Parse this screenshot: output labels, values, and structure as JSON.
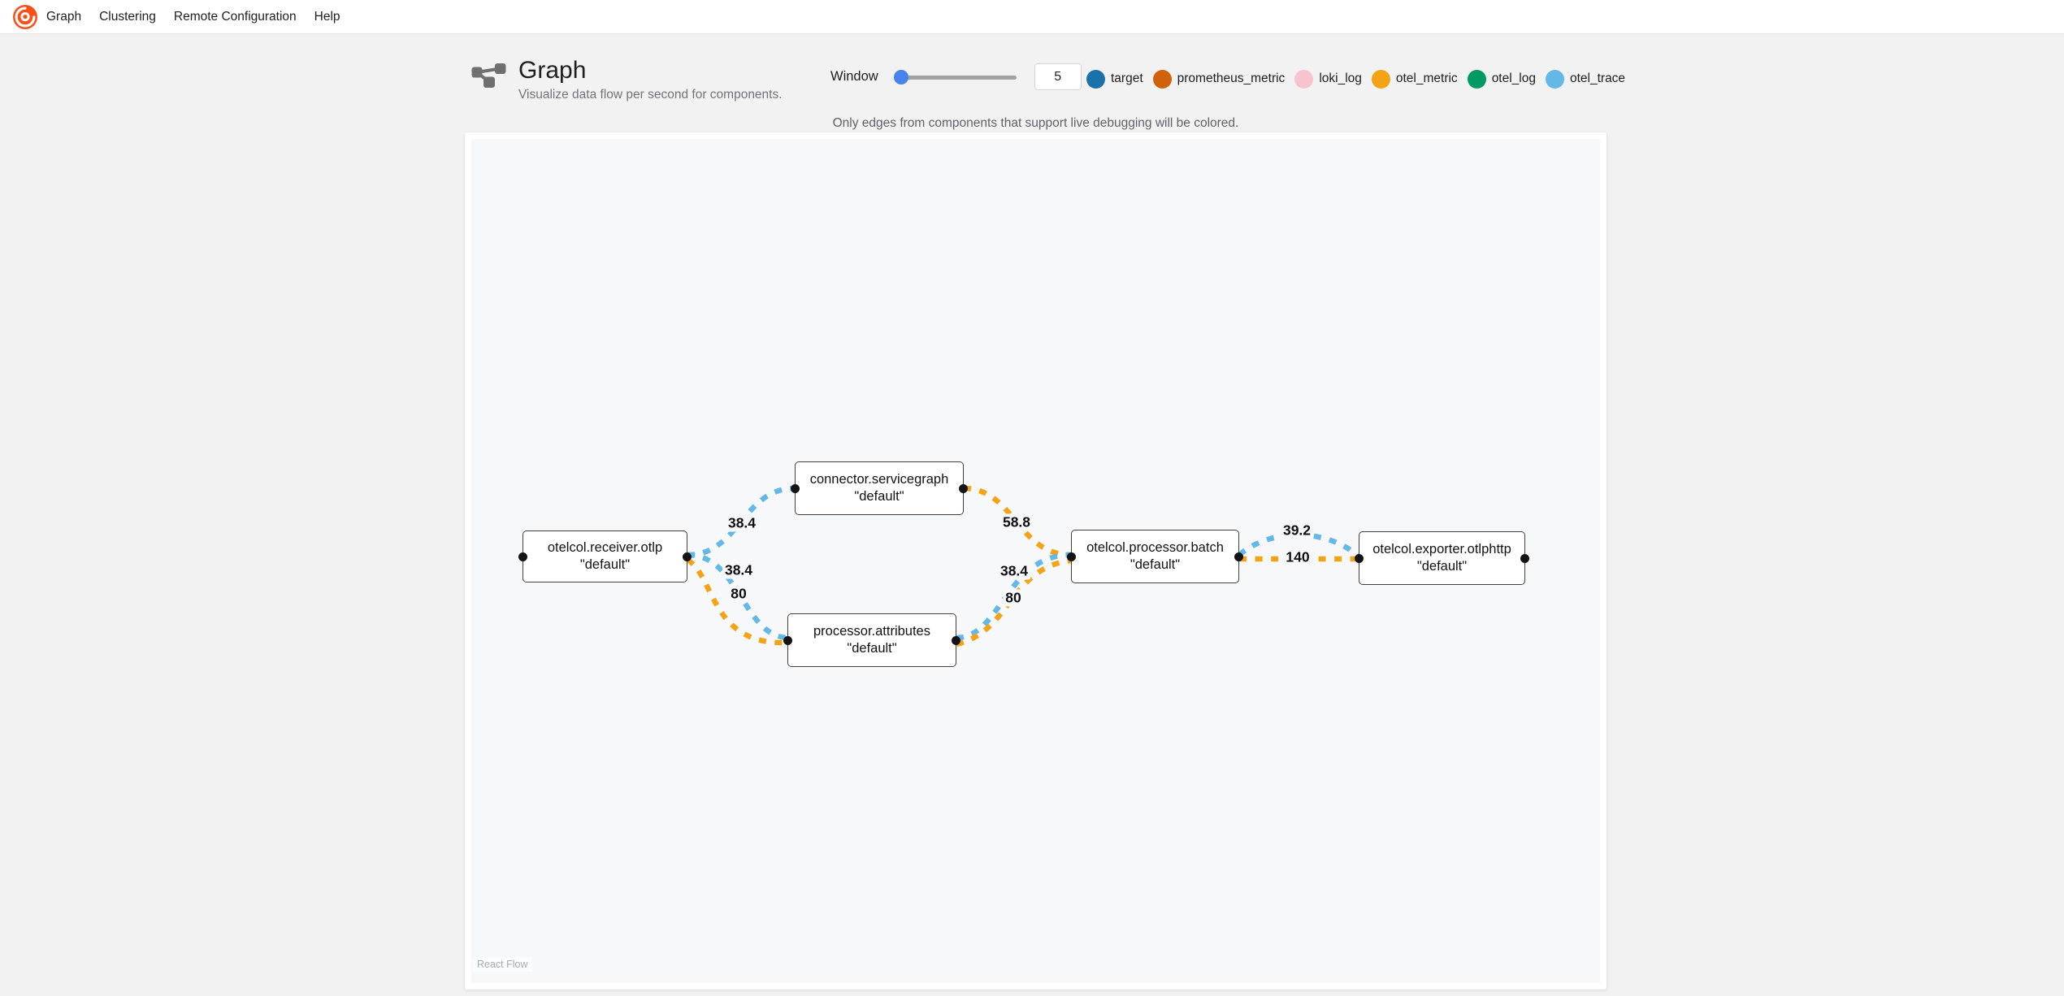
{
  "nav": {
    "logo": "alloy-spiral-logo",
    "items": [
      {
        "label": "Graph"
      },
      {
        "label": "Clustering"
      },
      {
        "label": "Remote Configuration"
      },
      {
        "label": "Help"
      }
    ]
  },
  "header": {
    "icon": "graph-nodes-icon",
    "title": "Graph",
    "subtitle": "Visualize data flow per second for components.",
    "window_label": "Window",
    "window_value": "5"
  },
  "legend": {
    "items": [
      {
        "label": "target",
        "color": "#1a72ab"
      },
      {
        "label": "prometheus_metric",
        "color": "#d2610c"
      },
      {
        "label": "loki_log",
        "color": "#f9c2cf"
      },
      {
        "label": "otel_metric",
        "color": "#f5a316"
      },
      {
        "label": "otel_log",
        "color": "#019a63"
      },
      {
        "label": "otel_trace",
        "color": "#64b8e8"
      }
    ]
  },
  "note": "Only edges from components that support live debugging will be colored.",
  "graph": {
    "attribution": "React Flow",
    "nodes": [
      {
        "id": "receiver",
        "title": "otelcol.receiver.otlp",
        "subtitle": "\"default\""
      },
      {
        "id": "servicegraph",
        "title": "connector.servicegraph",
        "subtitle": "\"default\""
      },
      {
        "id": "attributes",
        "title": "processor.attributes",
        "subtitle": "\"default\""
      },
      {
        "id": "batch",
        "title": "otelcol.processor.batch",
        "subtitle": "\"default\""
      },
      {
        "id": "exporter",
        "title": "otelcol.exporter.otlphttp",
        "subtitle": "\"default\""
      }
    ],
    "edges": [
      {
        "from": "otelcol.receiver.otlp",
        "to": "connector.servicegraph",
        "type": "otel_trace",
        "value": "38.4",
        "color": "#64b8e8"
      },
      {
        "from": "otelcol.receiver.otlp",
        "to": "processor.attributes",
        "type": "otel_trace",
        "value": "38.4",
        "color": "#64b8e8"
      },
      {
        "from": "otelcol.receiver.otlp",
        "to": "processor.attributes",
        "type": "otel_metric",
        "value": "80",
        "color": "#f5a316"
      },
      {
        "from": "connector.servicegraph",
        "to": "otelcol.processor.batch",
        "type": "otel_metric",
        "value": "58.8",
        "color": "#f5a316"
      },
      {
        "from": "processor.attributes",
        "to": "otelcol.processor.batch",
        "type": "otel_trace",
        "value": "38.4",
        "color": "#64b8e8"
      },
      {
        "from": "processor.attributes",
        "to": "otelcol.processor.batch",
        "type": "otel_metric",
        "value": "80",
        "color": "#f5a316"
      },
      {
        "from": "otelcol.processor.batch",
        "to": "otelcol.exporter.otlphttp",
        "type": "otel_trace",
        "value": "39.2",
        "color": "#64b8e8"
      },
      {
        "from": "otelcol.processor.batch",
        "to": "otelcol.exporter.otlphttp",
        "type": "otel_metric",
        "value": "140",
        "color": "#f5a316"
      }
    ]
  }
}
